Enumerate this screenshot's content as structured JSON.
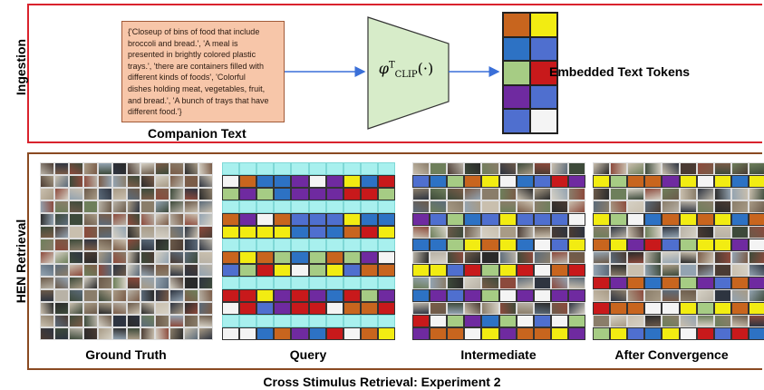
{
  "ingestion": {
    "section_label": "Ingestion",
    "companion_text_lines": [
      "{'Closeup of bins of food that include",
      "broccoli and bread.', 'A meal is",
      "presented in brightly colored plastic",
      "trays.', 'there are containers filled with",
      "different kinds of foods', 'Colorful",
      "dishes holding meat, vegetables, fruit,",
      "and bread.', 'A bunch of trays that have",
      "different food.'}"
    ],
    "companion_label": "Companion Text",
    "encoder": {
      "phi": "φ",
      "super": "T",
      "sub": "CLIP",
      "arg": "(·)"
    },
    "embedded_label": "Embedded Text Tokens",
    "token_colors": [
      "#c8651e",
      "#f2ec12",
      "#2d72c4",
      "#4f6fcf",
      "#a6cc84",
      "#c8191b",
      "#6f2aa0",
      "#4f6fcf",
      "#4f6fcf",
      "#f4f4f4"
    ]
  },
  "hen": {
    "section_label": "HEN Retrieval",
    "captions": [
      "Ground Truth",
      "Query",
      "Intermediate",
      "After Convergence"
    ]
  },
  "title": "Cross Stimulus Retrieval: Experiment 2",
  "colors": {
    "ingestion_border": "#d9232d",
    "hen_border": "#8a4a22",
    "arrow": "#3a6fd8",
    "encoder_fill": "#d7ecc9",
    "query_bg": "#a8f0ee"
  },
  "palette": [
    "#c8651e",
    "#f2ec12",
    "#2d72c4",
    "#4f6fcf",
    "#a6cc84",
    "#c8191b",
    "#6f2aa0",
    "#f4f4f4",
    "#9fd4ff",
    "#f0c873",
    "#1b1b1b",
    "#8e8e8e"
  ]
}
